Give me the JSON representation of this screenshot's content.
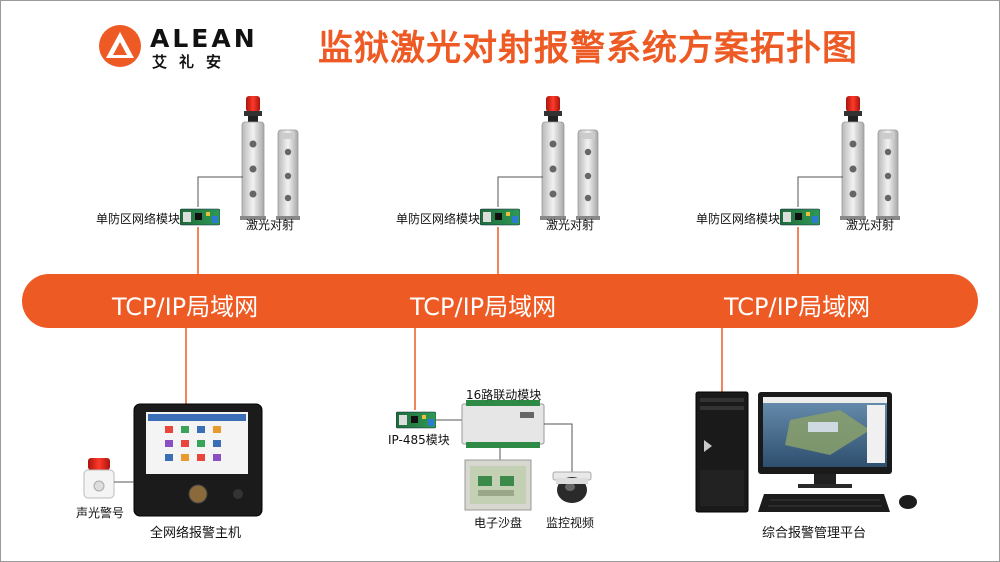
{
  "logo": {
    "brand": "ALEAN",
    "cn": "艾礼安"
  },
  "title": "监狱激光对射报警系统方案拓扑图",
  "network": {
    "bus_label": "TCP/IP局域网"
  },
  "zones": [
    {
      "module_label": "单防区网络模块",
      "laser_label": "激光对射"
    },
    {
      "module_label": "单防区网络模块",
      "laser_label": "激光对射"
    },
    {
      "module_label": "单防区网络模块",
      "laser_label": "激光对射"
    }
  ],
  "bottom": {
    "host_label": "全网络报警主机",
    "siren_label": "声光警号",
    "linkage_label": "16路联动模块",
    "ip485_label": "IP-485模块",
    "sandtable_label": "电子沙盘",
    "camera_label": "监控视频",
    "platform_label": "综合报警管理平台"
  },
  "colors": {
    "accent": "#ee5a24",
    "line": "#555555"
  }
}
